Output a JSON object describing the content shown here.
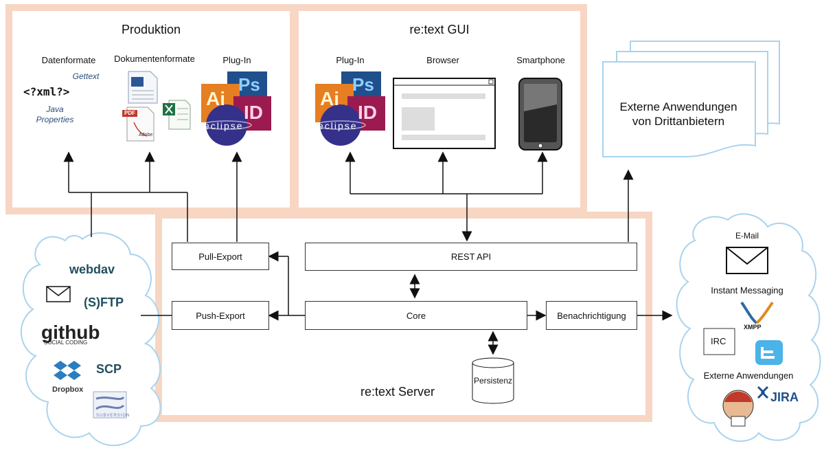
{
  "production": {
    "title": "Produktion",
    "datenformate": "Datenformate",
    "dokumentenformate": "Dokumentenformate",
    "plugin": "Plug-In",
    "gettext": "Gettext",
    "xml": "<?xml?>",
    "java": "Java",
    "properties": "Properties",
    "pdf": "PDF",
    "adobe": "Adobe"
  },
  "gui": {
    "title": "re:text GUI",
    "plugin": "Plug-In",
    "browser": "Browser",
    "smartphone": "Smartphone"
  },
  "adobe_icons": {
    "ai": "Ai",
    "ps": "Ps",
    "id": "ID",
    "eclipse": "eclipse"
  },
  "server": {
    "title": "re:text Server",
    "pull_export": "Pull-Export",
    "push_export": "Push-Export",
    "rest_api": "REST API",
    "core": "Core",
    "benachrichtigung": "Benachrichtigung",
    "persistenz": "Persistenz"
  },
  "external": {
    "text": "Externe Anwendungen von Drittanbietern"
  },
  "left_cloud": {
    "webdav": "webdav",
    "sftp": "(S)FTP",
    "github": "github",
    "github_sub": "SOCIAL CODING",
    "scp": "SCP",
    "dropbox": "Dropbox",
    "subversion": "SUBVERSION"
  },
  "right_cloud": {
    "email": "E-Mail",
    "im": "Instant Messaging",
    "xmpp": "XMPP",
    "irc": "IRC",
    "ext": "Externe Anwendungen",
    "jira": "JIRA"
  },
  "colors": {
    "panel_border": "#f7d6c3",
    "cloud": "#a9d3ee",
    "text_dark": "#1f4e5c"
  }
}
